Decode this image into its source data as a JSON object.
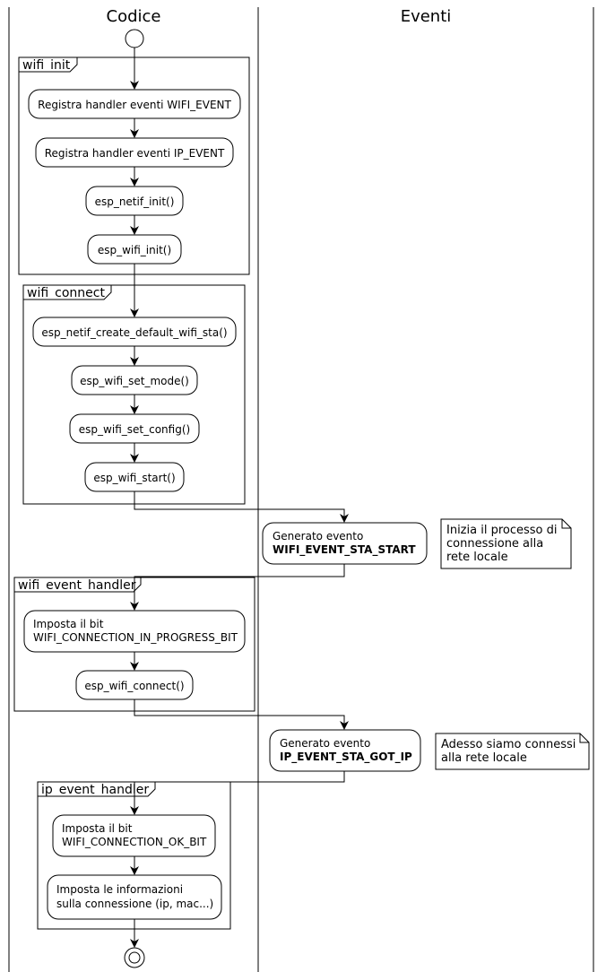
{
  "lanes": {
    "codice": "Codice",
    "eventi": "Eventi"
  },
  "frames": {
    "wifi_init": "wifi_init",
    "wifi_connect": "wifi_connect",
    "wifi_event_handler": "wifi_event_handler",
    "ip_event_handler": "ip_event_handler"
  },
  "activities": {
    "reg_wifi": "Registra handler eventi WIFI_EVENT",
    "reg_ip": "Registra handler eventi IP_EVENT",
    "netif_init": "esp_netif_init()",
    "wifi_init": "esp_wifi_init()",
    "create_sta": "esp_netif_create_default_wifi_sta()",
    "set_mode": "esp_wifi_set_mode()",
    "set_config": "esp_wifi_set_config()",
    "wifi_start": "esp_wifi_start()",
    "ev_start_l1": "Generato evento",
    "ev_start_l2": "WIFI_EVENT_STA_START",
    "bit_prog_l1": "Imposta il bit",
    "bit_prog_l2": "WIFI_CONNECTION_IN_PROGRESS_BIT",
    "wifi_connect": "esp_wifi_connect()",
    "ev_ip_l1": "Generato evento",
    "ev_ip_l2": "IP_EVENT_STA_GOT_IP",
    "bit_ok_l1": "Imposta il bit",
    "bit_ok_l2": "WIFI_CONNECTION_OK_BIT",
    "info_l1": "Imposta le informazioni",
    "info_l2": "sulla connessione (ip, mac...)"
  },
  "notes": {
    "start_l1": "Inizia il processo di",
    "start_l2": "connessione alla",
    "start_l3": "rete locale",
    "ip_l1": "Adesso siamo connessi",
    "ip_l2": "alla rete locale"
  }
}
